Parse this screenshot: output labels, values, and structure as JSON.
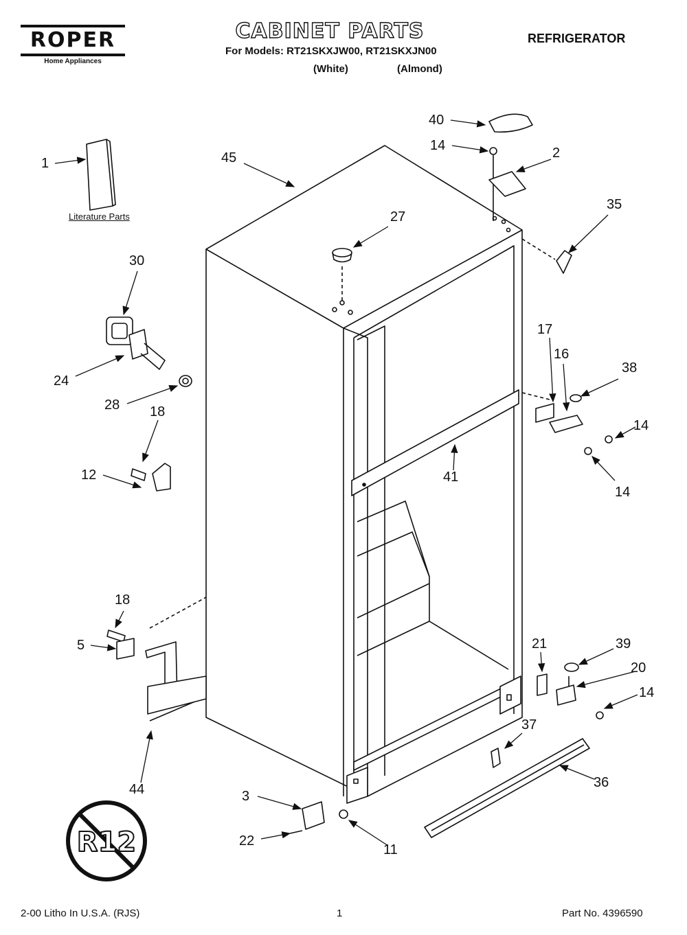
{
  "header": {
    "brand": "ROPER",
    "brand_sub": "Home Appliances",
    "title": "CABINET PARTS",
    "models_line": "For Models: RT21SKXJW00, RT21SKXJN00",
    "color_white": "(White)",
    "color_almond": "(Almond)",
    "appliance": "REFRIGERATOR"
  },
  "literature_label": "Literature Parts",
  "callouts": {
    "c1": "1",
    "c40": "40",
    "c14a": "14",
    "c2": "2",
    "c45": "45",
    "c35": "35",
    "c27": "27",
    "c30": "30",
    "c24": "24",
    "c28": "28",
    "c18a": "18",
    "c12": "12",
    "c17": "17",
    "c16": "16",
    "c38": "38",
    "c14b": "14",
    "c14c": "14",
    "c41": "41",
    "c18b": "18",
    "c5": "5",
    "c44": "44",
    "c21": "21",
    "c39": "39",
    "c20": "20",
    "c14d": "14",
    "c37": "37",
    "c36": "36",
    "c3": "3",
    "c22": "22",
    "c11": "11"
  },
  "footer": {
    "left": "2-00 Litho In U.S.A. (RJS)",
    "page": "1",
    "part_no": "Part No. 4396590"
  }
}
